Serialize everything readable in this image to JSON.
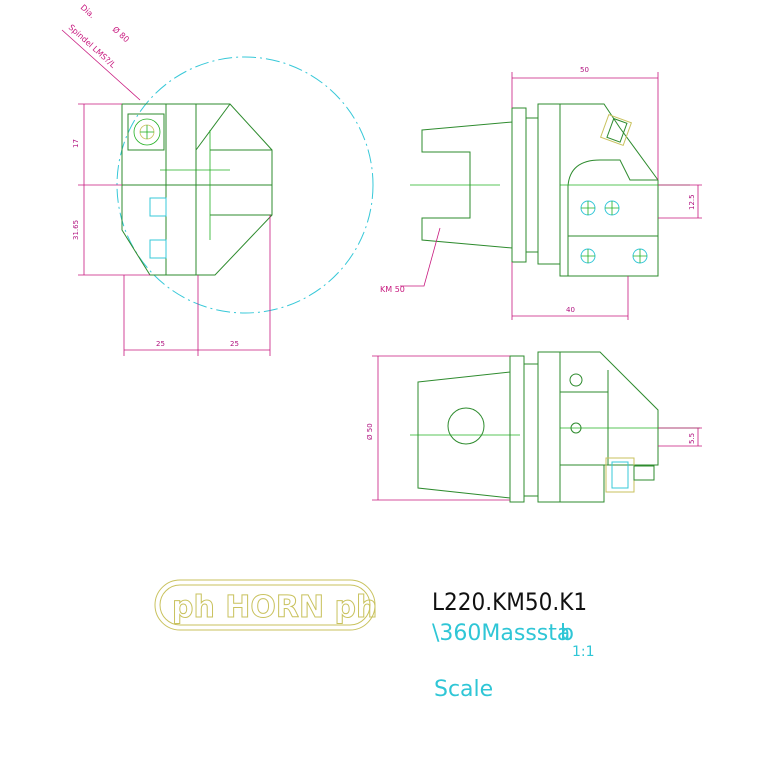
{
  "drawing": {
    "part_number": "L220.KM50.K1",
    "scale_line": "\\360Masssta",
    "scale_suffix": "b",
    "scale_ratio": "1:1",
    "scale_word": "Scale",
    "logo_text": "ph HORN ph"
  },
  "annotations": {
    "dia_label": "Dia.",
    "dia_value": "Ø 80",
    "screw_label": "Spindel LMS?/L",
    "km_label": "KM 50"
  },
  "dimensions": {
    "front_height_top": "17",
    "front_height_bottom": "31.65",
    "front_width_left": "25",
    "front_width_right": "25",
    "side_top_width": "50",
    "side_bottom_width": "40",
    "side_right_offset": "12.5",
    "top_view_diameter": "Ø 50",
    "top_view_small": "5.5"
  },
  "colors": {
    "geometry": "#2e8b2e",
    "dimension": "#c8197f",
    "centerline": "#37c8d8",
    "logo": "#c9c25e",
    "title": "#111111"
  }
}
